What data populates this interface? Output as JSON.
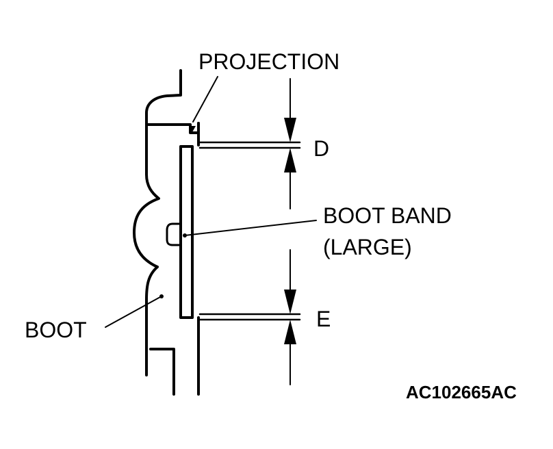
{
  "labels": {
    "projection": "PROJECTION",
    "dimension_d": "D",
    "boot_band_line1": "BOOT BAND",
    "boot_band_line2": "(LARGE)",
    "boot": "BOOT",
    "dimension_e": "E"
  },
  "figure_code": "AC102665AC",
  "colors": {
    "line": "#000000",
    "background": "#ffffff"
  }
}
